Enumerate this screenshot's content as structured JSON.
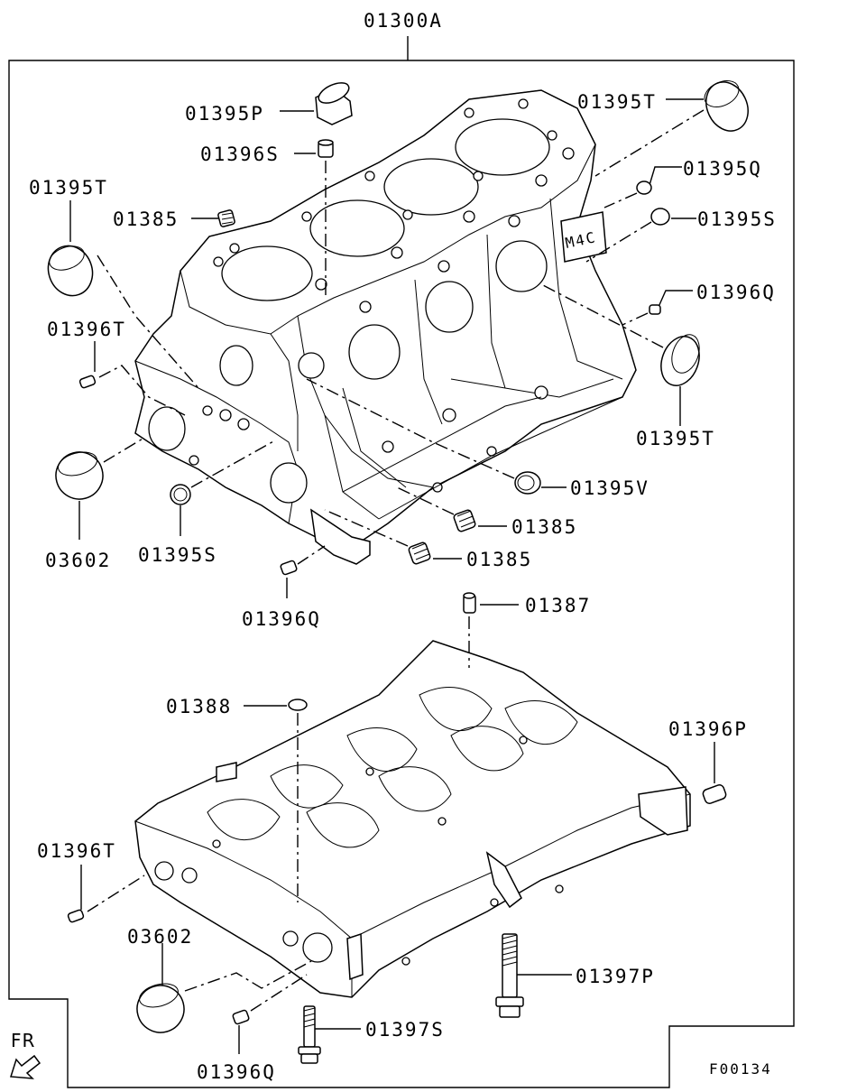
{
  "diagram": {
    "assembly_label": "01300A",
    "figure_code": "F00134",
    "front_label": "FR",
    "labels": {
      "p01395P": "01395P",
      "p01395T_top_right": "01395T",
      "p01396S": "01396S",
      "p01395Q": "01395Q",
      "p01395T_left": "01395T",
      "p01385_top": "01385",
      "p01395S_right": "01395S",
      "p01396Q_right": "01396Q",
      "p01396T_left_upper": "01396T",
      "p01395T_right": "01395T",
      "p01395V": "01395V",
      "p03602_upper": "03602",
      "p01395S_lower": "01395S",
      "p01385_mid": "01385",
      "p01385_low": "01385",
      "p01396Q_mid": "01396Q",
      "p01387": "01387",
      "p01388": "01388",
      "p01396P": "01396P",
      "p01396T_left_lower": "01396T",
      "p03602_lower": "03602",
      "p01397P": "01397P",
      "p01397S": "01397S",
      "p01396Q_bottom": "01396Q"
    },
    "stamp": "M4C"
  }
}
